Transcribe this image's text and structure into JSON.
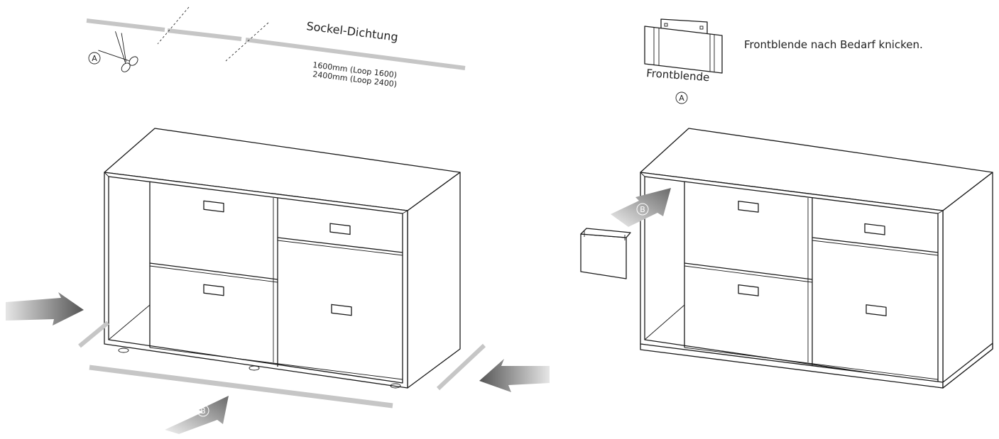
{
  "left_panel": {
    "seal_title": "Sockel-Dichtung",
    "length_line_1": "1600mm (Loop 1600)",
    "length_line_2": "2400mm (Loop 2400)",
    "marker_a": "A",
    "marker_b": "B"
  },
  "right_panel": {
    "instruction": "Frontblende nach Bedarf knicken.",
    "part_label": "Frontblende",
    "marker_a": "A",
    "marker_b": "B"
  },
  "colors": {
    "seal_strip": "#c6c6c6",
    "arrow_dark": "#5b5b5b",
    "arrow_light": "#e6e6e6",
    "line": "#1a1a1a"
  }
}
